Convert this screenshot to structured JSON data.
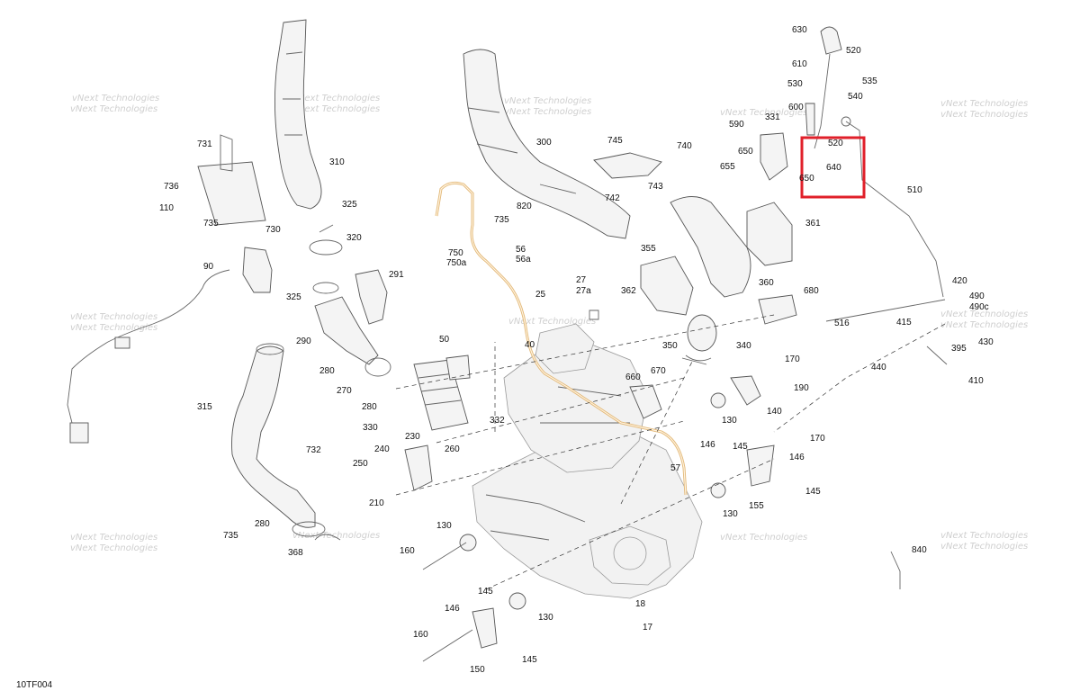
{
  "diagram": {
    "figure_code": "10TF004",
    "watermark_text": "vNext Technologies",
    "highlight_color": "#e0202a",
    "hose_color": "#e2b878",
    "callouts": [
      "630",
      "520",
      "610",
      "535",
      "530",
      "540",
      "600",
      "331",
      "590",
      "520",
      "650",
      "640",
      "655",
      "650",
      "510",
      "745",
      "740",
      "743",
      "742",
      "735",
      "820",
      "300",
      "310",
      "731",
      "736",
      "110",
      "735",
      "730",
      "325",
      "320",
      "90",
      "291",
      "325",
      "361",
      "362",
      "360",
      "680",
      "350",
      "340",
      "516",
      "355",
      "750",
      "750a",
      "56",
      "56a",
      "27",
      "27a",
      "25",
      "290",
      "280",
      "270",
      "280",
      "330",
      "50",
      "40",
      "332",
      "660",
      "670",
      "170",
      "190",
      "130",
      "140",
      "415",
      "395",
      "430",
      "440",
      "410",
      "420",
      "490",
      "490c",
      "240",
      "250",
      "210",
      "230",
      "260",
      "146",
      "145",
      "170",
      "146",
      "57",
      "155",
      "145",
      "130",
      "315",
      "732",
      "735",
      "280",
      "368",
      "130",
      "160",
      "145",
      "146",
      "130",
      "18",
      "17",
      "160",
      "150",
      "145",
      "840"
    ]
  }
}
